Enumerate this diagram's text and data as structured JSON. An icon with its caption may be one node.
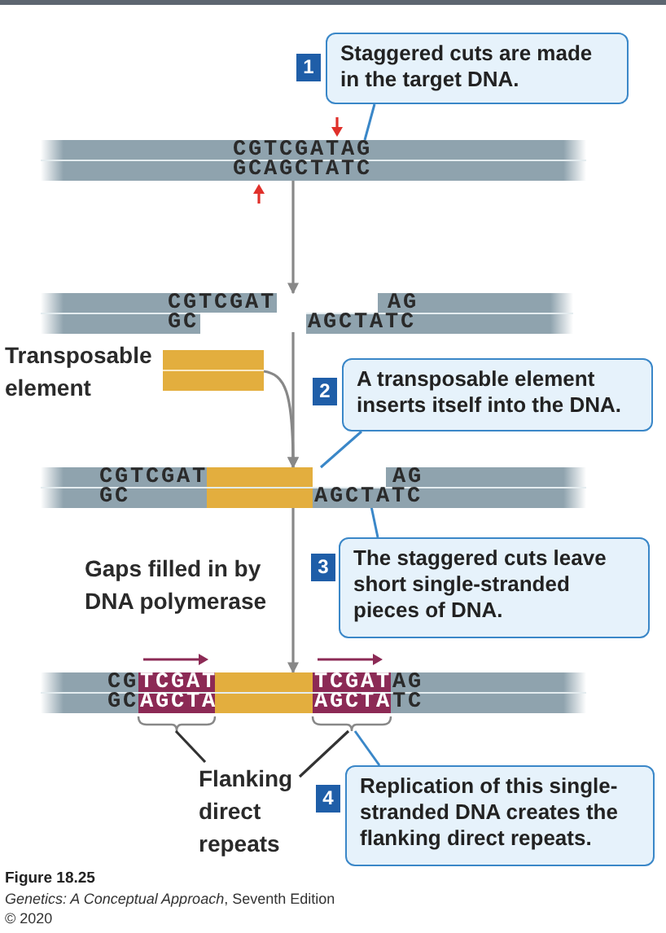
{
  "diagram": {
    "caption": "Figure 18.25",
    "nodes": [
      {
        "text": [
          "CGTCGATAG",
          "GCAGCTATC"
        ]
      },
      {
        "text": [
          "CGTCGAT",
          "AG",
          "GC",
          "AGCTATC"
        ]
      },
      {
        "text": [],
        "shape": "bar",
        "beside": [
          "Transposable element"
        ]
      },
      {
        "text": [
          "CGTCGAT",
          "AG",
          "GC",
          "AGCTATC"
        ]
      },
      {
        "text": [
          "CG",
          "TCGAT",
          "TCGAT",
          "AG",
          "GC",
          "AGCTA",
          "AGCTA",
          "TC"
        ]
      },
      {
        "text": [
          "1",
          "Staggered cuts are made in the target DNA."
        ]
      },
      {
        "text": [
          "2",
          "A transposable element inserts itself into the DNA."
        ]
      },
      {
        "text": [
          "3",
          "The staggered cuts leave short single-stranded pieces of DNA."
        ]
      },
      {
        "text": [
          "4",
          "Replication of this single-stranded DNA creates the flanking direct repeats."
        ]
      },
      {
        "text": [
          "Flanking direct repeats"
        ]
      },
      {
        "text": [],
        "shape": "bracket"
      },
      {
        "text": [],
        "shape": "bracket"
      }
    ],
    "edges": [
      {
        "from": 0,
        "to": 1,
        "arrow": "to"
      },
      {
        "from": 1,
        "to": 3,
        "arrow": "to"
      },
      {
        "from": 2,
        "to": 3,
        "arrow": "to"
      },
      {
        "from": 3,
        "to": 4,
        "arrow": "to",
        "label": "Gaps filled in by DNA polymerase"
      },
      {
        "from": 5,
        "to": 0,
        "arrow": "none",
        "color": "#3a87c8"
      },
      {
        "from": 6,
        "to": 3,
        "arrow": "none",
        "color": "#3a87c8"
      },
      {
        "from": 7,
        "to": 3,
        "arrow": "none",
        "color": "#3a87c8"
      },
      {
        "from": 8,
        "to": 11,
        "arrow": "none",
        "color": "#3a87c8"
      },
      {
        "from": 9,
        "to": 10,
        "arrow": "none",
        "color": "#333333"
      },
      {
        "from": 9,
        "to": 11,
        "arrow": "none",
        "color": "#333333"
      }
    ],
    "labels": [
      "*Genetics: A Conceptual Approach*, Seventh Edition",
      "© 2020"
    ]
  }
}
